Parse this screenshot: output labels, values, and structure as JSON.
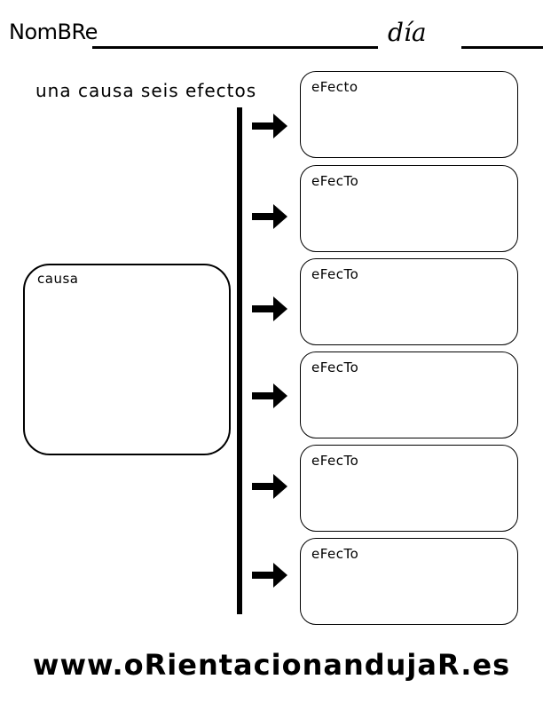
{
  "header": {
    "name_label": "NomBRe",
    "day_label": "día"
  },
  "subtitle": "una causa seis efectos",
  "cause": {
    "label": "causa"
  },
  "effects": [
    {
      "label": "eFecto"
    },
    {
      "label": "eFecTo"
    },
    {
      "label": "eFecTo"
    },
    {
      "label": "eFecTo"
    },
    {
      "label": "eFecTo"
    },
    {
      "label": "eFecTo"
    }
  ],
  "footer": {
    "url": "www.oRientacionandujaR.es"
  },
  "icons": {
    "arrow": "arrow-right-icon"
  }
}
